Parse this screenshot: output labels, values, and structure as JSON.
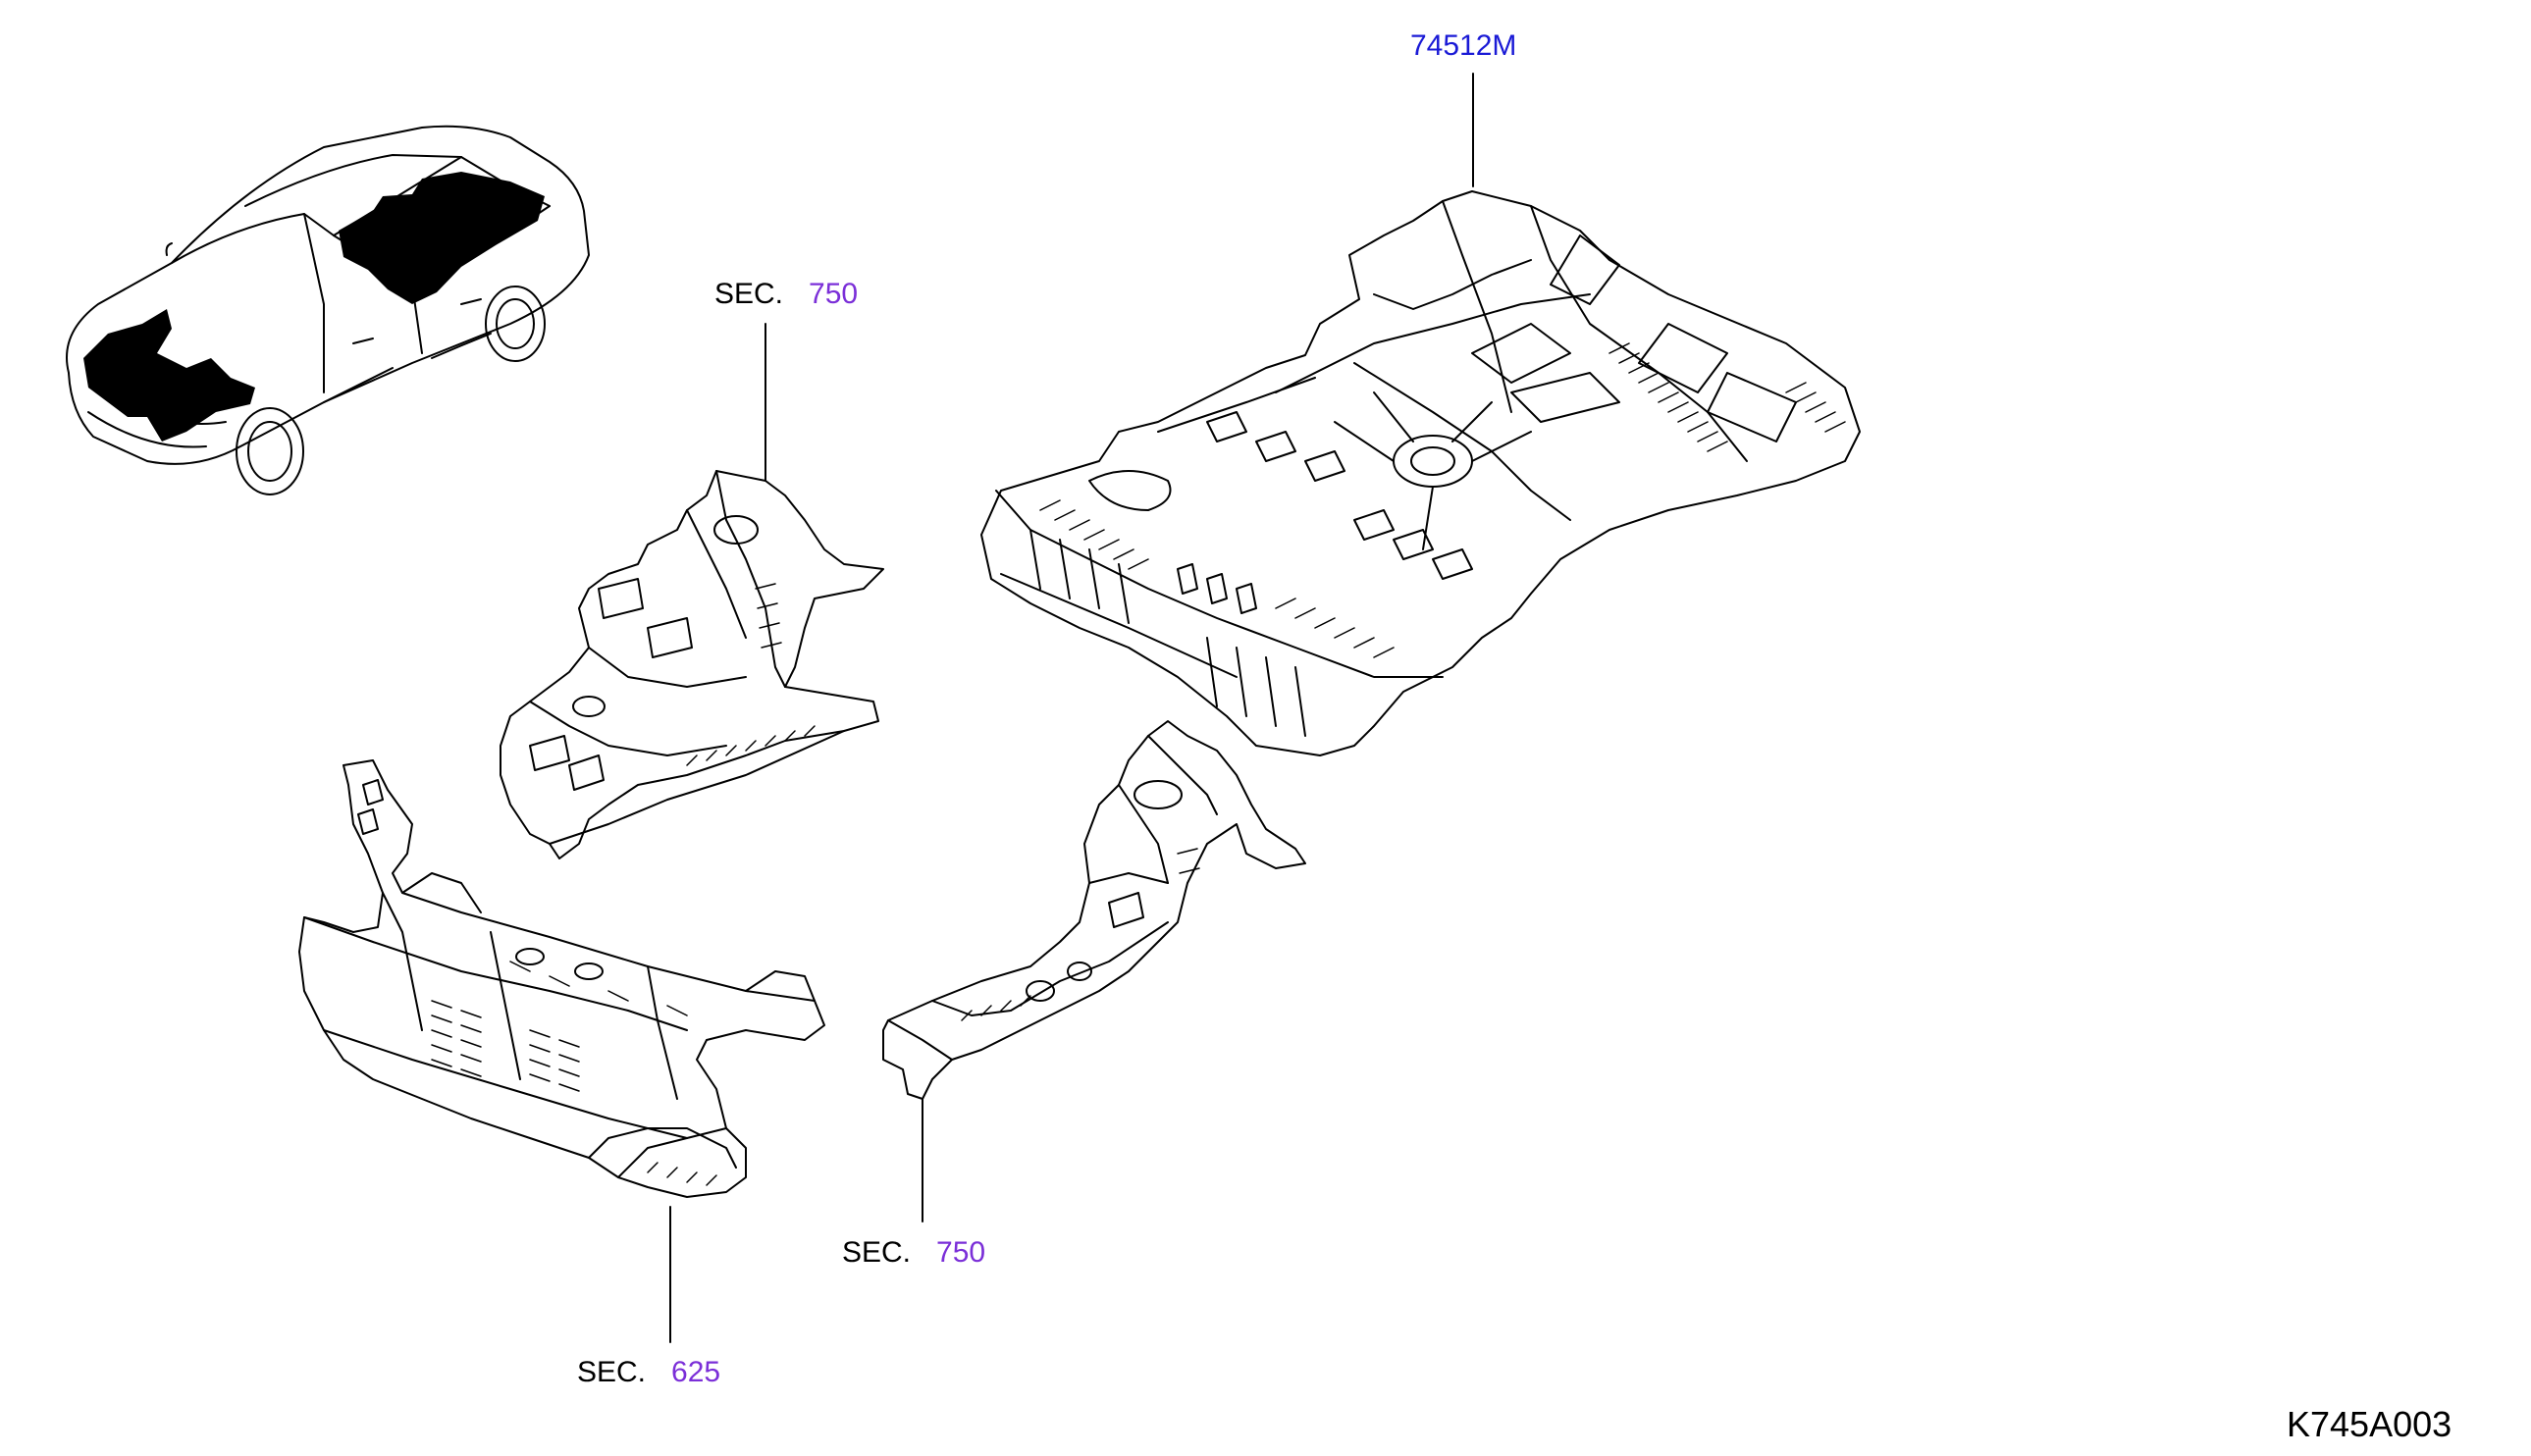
{
  "part_number": "74512M",
  "references": [
    {
      "prefix": "SEC.",
      "number": "750"
    },
    {
      "prefix": "SEC.",
      "number": "750"
    },
    {
      "prefix": "SEC.",
      "number": "625"
    }
  ],
  "diagram_code": "K745A003",
  "colors": {
    "part_link": "#1a1ad6",
    "section_link": "#7b2fd8",
    "line": "#000000",
    "highlight_fill": "#000000"
  }
}
